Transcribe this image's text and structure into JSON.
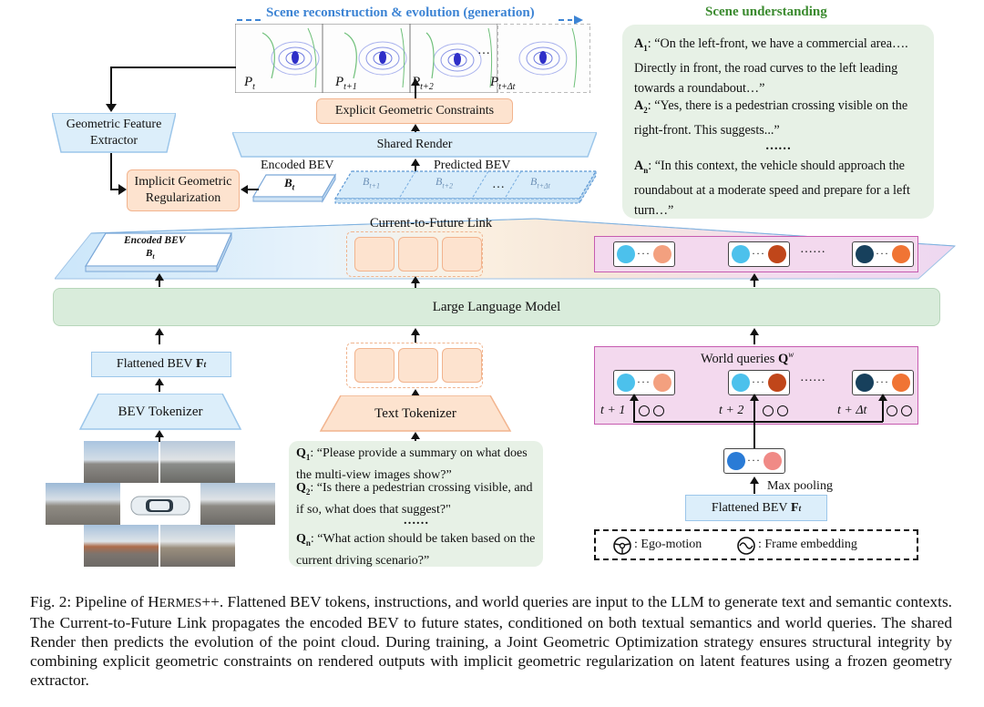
{
  "titles": {
    "scene_recon": "Scene reconstruction & evolution (generation)",
    "scene_understanding": "Scene understanding"
  },
  "pointcloud_labels": [
    "P_t",
    "P_{t+1}",
    "P_{t+2}",
    "P_{t+Δt}"
  ],
  "pointcloud_display": [
    {
      "main": "P",
      "sub": "t"
    },
    {
      "main": "P",
      "sub": "t+1"
    },
    {
      "main": "P",
      "sub": "t+2"
    },
    {
      "main": "P",
      "sub": "t+Δt"
    }
  ],
  "ellipsis": "…",
  "boxes": {
    "explicit_constraints": "Explicit Geometric Constraints",
    "shared_render": "Shared Render",
    "geometric_feature_extractor": "Geometric Feature Extractor",
    "implicit_regularization": "Implicit Geometric Regularization",
    "encoded_bev_label": "Encoded BEV",
    "predicted_bev_label": "Predicted BEV",
    "encoded_bev_symbol": "B",
    "encoded_bev_sub": "t",
    "current_future_link": "Current-to-Future Link",
    "encoded_bev_plane_label": "Encoded BEV",
    "llm": "Large Language Model",
    "flattened_bev": "Flattened BEV",
    "flattened_bev_symbol": "F",
    "flattened_bev_sub": "t",
    "bev_tokenizer": "BEV Tokenizer",
    "text_tokenizer": "Text Tokenizer",
    "world_queries": "World queries",
    "world_queries_symbol": "Q",
    "world_queries_sup": "w",
    "max_pooling": "Max pooling",
    "ego_motion": ": Ego-motion",
    "frame_embedding": ": Frame embedding"
  },
  "predicted_bev_tiles": [
    {
      "main": "B",
      "sub": "t+1"
    },
    {
      "main": "B",
      "sub": "t+2"
    },
    {
      "main": "B",
      "sub": "t+Δt"
    }
  ],
  "time_labels": [
    "t + 1",
    "t + 2",
    "t + Δt"
  ],
  "answers": [
    {
      "label": "A",
      "sub": "1",
      "text": ": “On the left-front, we have a commercial area…. Directly in front, the road curves to the left leading towards a roundabout…”"
    },
    {
      "label": "A",
      "sub": "2",
      "text": ": “Yes, there is a pedestrian crossing visible on the right-front. This suggests...”"
    },
    {
      "label": "A",
      "sub": "n",
      "text": ": “In this context, the vehicle should approach the roundabout at a moderate speed and prepare for a left turn…”"
    }
  ],
  "answers_gap": "……",
  "questions": [
    {
      "label": "Q",
      "sub": "1",
      "text": ": “Please provide a summary on what does the multi-view images show?”"
    },
    {
      "label": "Q",
      "sub": "2",
      "text": ": “Is there a pedestrian crossing visible, and if so, what does that suggest?\""
    },
    {
      "label": "Q",
      "sub": "n",
      "text": ": “What action should be taken based on the current driving scenario?”"
    }
  ],
  "questions_gap": "……",
  "dots_row": "……",
  "caption": {
    "prefix": "Fig. 2: Pipeline of ",
    "name_h": "H",
    "name_rest": "ERMES",
    "name_suffix": "++",
    "body": ". Flattened BEV tokens, instructions, and world queries are input to the LLM to generate text and semantic contexts. The Current-to-Future Link propagates the encoded BEV to future states, conditioned on both textual semantics and world queries. The shared Render then predicts the evolution of the point cloud. During training, a Joint Geometric Optimization strategy ensures structural integrity by combining explicit geometric constraints on rendered outputs with implicit geometric regularization on latent features using a frozen geometry extractor."
  },
  "colors": {
    "blue": "#dceefa",
    "orange": "#fde3cf",
    "green": "#e7f1e6",
    "pink": "#f3d9ee",
    "title_blue": "#3d84d4",
    "title_green": "#3a8a2e",
    "dot_cyan": "#4cc1ec",
    "dot_peach": "#f3a07f",
    "dot_brown": "#c0461a",
    "dot_navy": "#17405c",
    "dot_orange": "#f07434",
    "dot_blue": "#2a7bd6",
    "dot_salmon": "#f08a86"
  }
}
